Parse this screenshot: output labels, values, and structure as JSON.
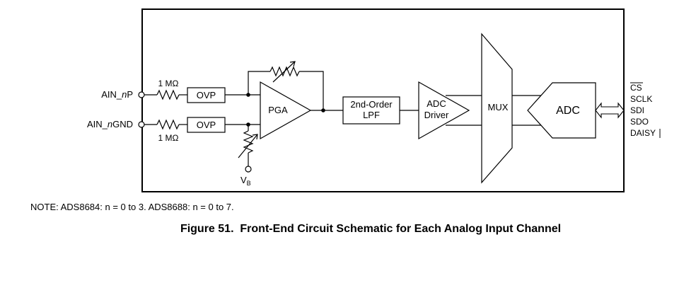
{
  "diagram": {
    "inputs": {
      "pos": {
        "label_prefix": "AIN_",
        "label_italic": "n",
        "label_suffix": "P"
      },
      "gnd": {
        "label_prefix": "AIN_",
        "label_italic": "n",
        "label_suffix": "GND"
      }
    },
    "resistor_top_label": "1 MΩ",
    "resistor_bottom_label": "1 MΩ",
    "ovp_top_label": "OVP",
    "ovp_bottom_label": "OVP",
    "pga_label": "PGA",
    "vb_label": "V",
    "vb_sub": "B",
    "lpf_label_line1": "2nd-Order",
    "lpf_label_line2": "LPF",
    "driver_label_line1": "ADC",
    "driver_label_line2": "Driver",
    "mux_label": "MUX",
    "adc_label": "ADC",
    "signals": [
      "CS",
      "SCLK",
      "SDI",
      "SDO",
      "DAISY"
    ]
  },
  "note": "NOTE: ADS8684: n = 0 to 3. ADS8688: n = 0 to 7.",
  "caption": {
    "number": "Figure 51.",
    "title": "Front-End Circuit Schematic for Each Analog Input Channel"
  }
}
